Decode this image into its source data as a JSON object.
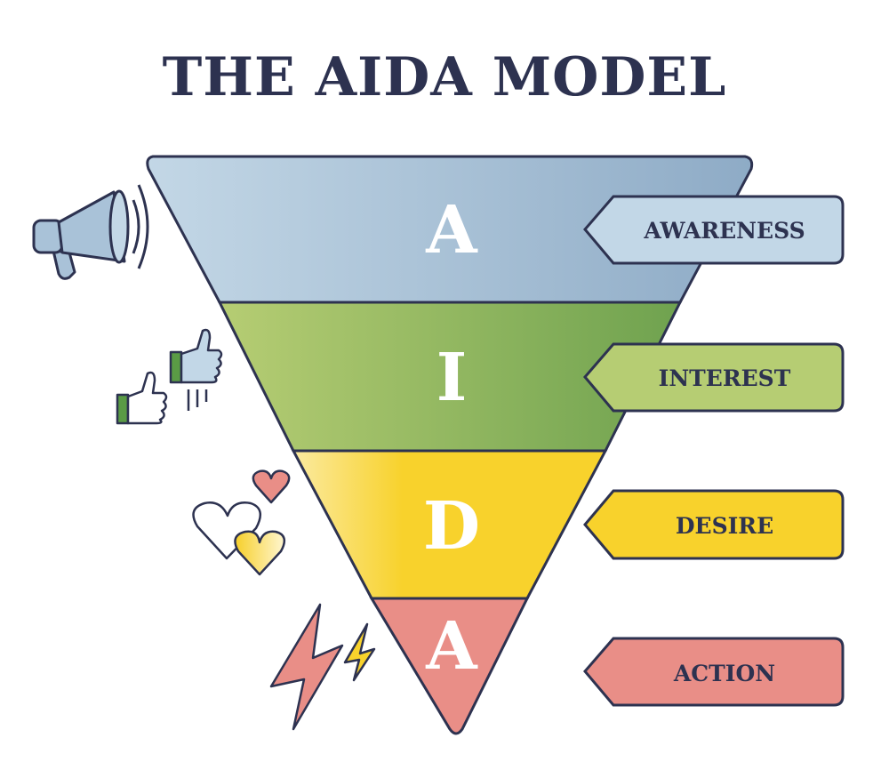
{
  "title": "THE AIDA MODEL",
  "stages": [
    {
      "letter": "A",
      "label": "AWARENESS",
      "color": "#a9c2d8",
      "icon": "megaphone-icon"
    },
    {
      "letter": "I",
      "label": "INTEREST",
      "color": "#93b862",
      "icon": "thumbs-up-icon"
    },
    {
      "letter": "D",
      "label": "DESIRE",
      "color": "#f8d22c",
      "icon": "hearts-icon"
    },
    {
      "letter": "A",
      "label": "ACTION",
      "color": "#e98e87",
      "icon": "lightning-icon"
    }
  ],
  "colors": {
    "outline": "#2d3250"
  }
}
